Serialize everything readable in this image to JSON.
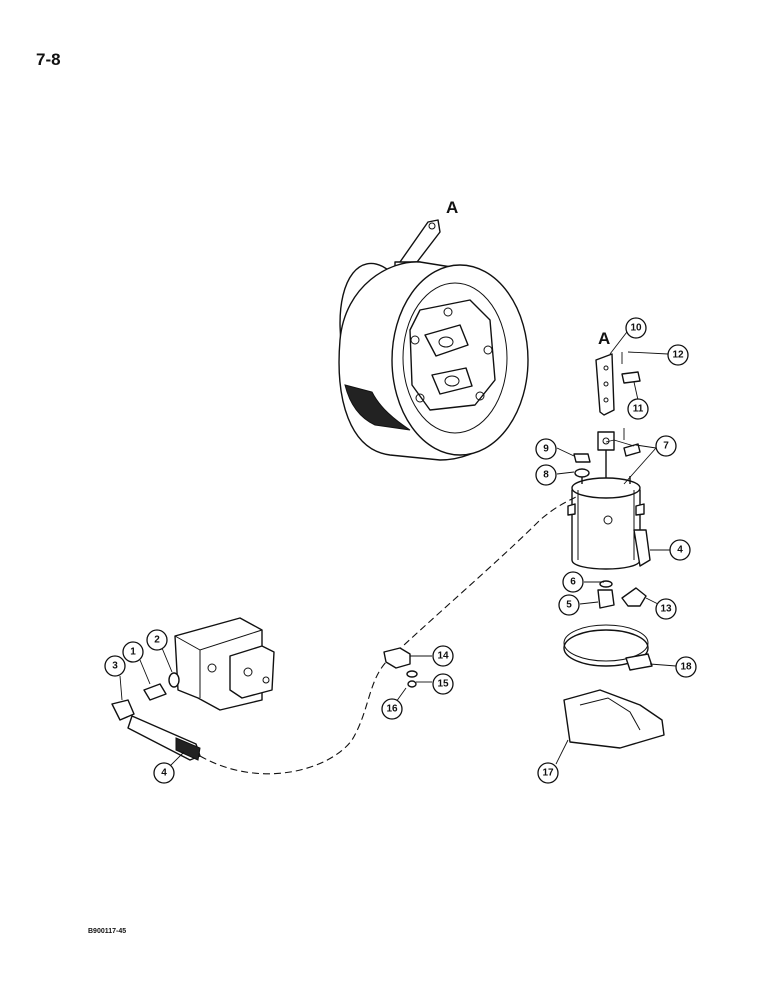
{
  "page": {
    "number": "7-8",
    "figure_code": "B900117-45"
  },
  "reference_letters": {
    "drum": "A",
    "arm": "A"
  },
  "callouts": [
    "1",
    "2",
    "3",
    "4",
    "5",
    "6",
    "7",
    "8",
    "9",
    "10",
    "11",
    "12",
    "13",
    "4",
    "14",
    "15",
    "16",
    "17",
    "18"
  ]
}
